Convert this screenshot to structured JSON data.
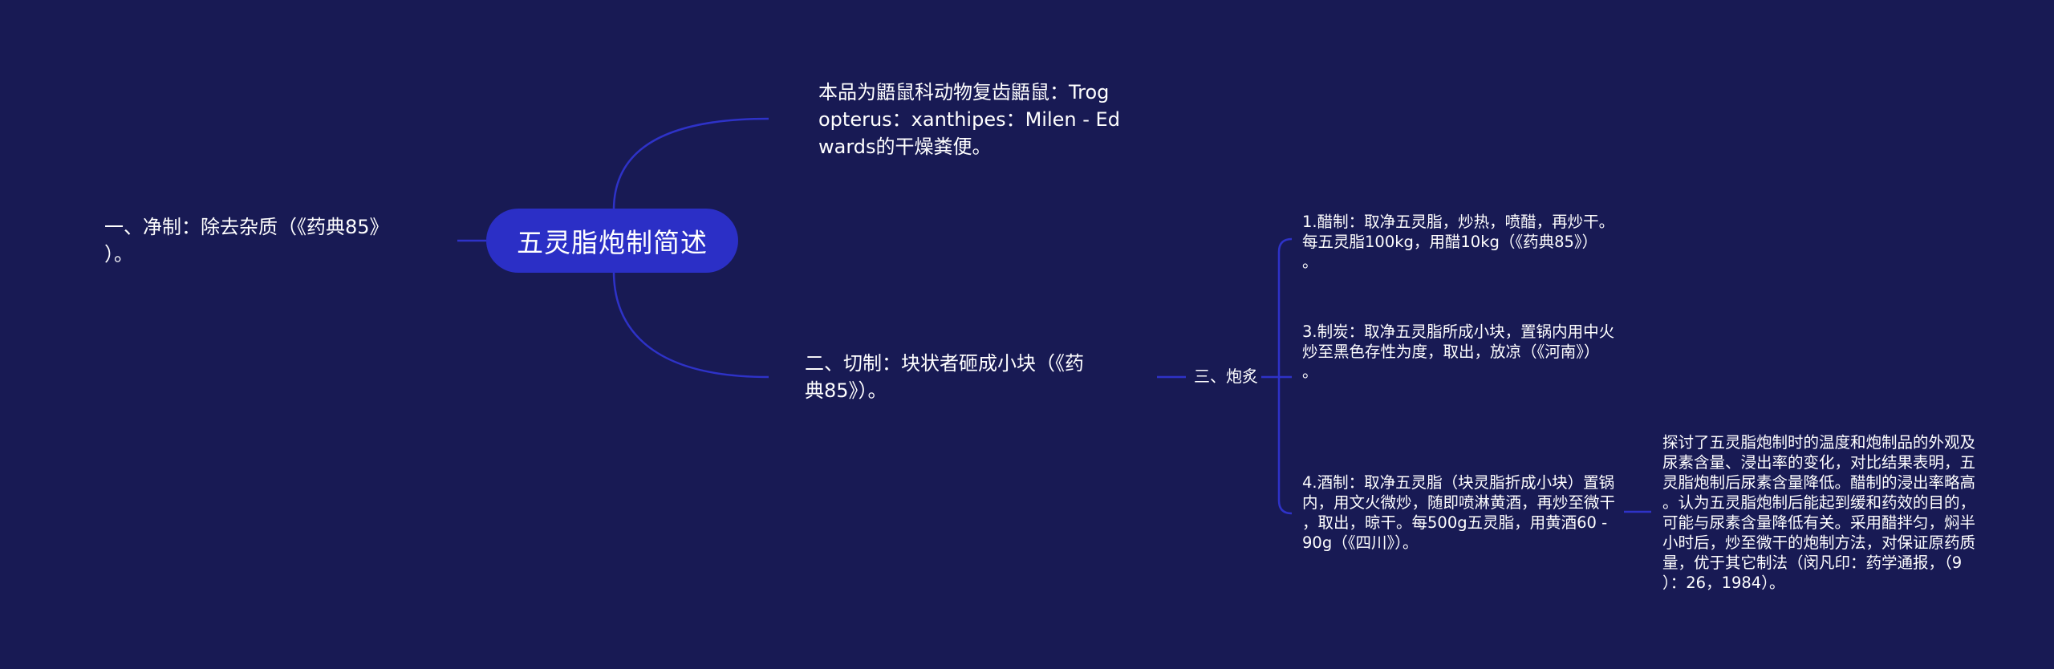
{
  "root": {
    "label": "五灵脂炮制简述"
  },
  "branch_jingzhi": {
    "lines": [
      "一、净制：除去杂质（《药典85》",
      "）。"
    ]
  },
  "branch_source": {
    "lines": [
      "本品为鼯鼠科动物复齿鼯鼠：Trog",
      "opterus：xanthipes：Milen - Ed",
      "wards的干燥粪便。"
    ]
  },
  "branch_qiezhi": {
    "lines": [
      "二、切制：块状者砸成小块（《药",
      "典85》）。"
    ]
  },
  "branch_paozhi": {
    "label": "三、炮炙"
  },
  "paozhi_cuzhi": {
    "lines": [
      "1.醋制：取净五灵脂，炒热，喷醋，再炒干。",
      "每五灵脂100kg，用醋10kg（《药典85》）",
      "。"
    ]
  },
  "paozhi_zhitan": {
    "lines": [
      "3.制炭：取净五灵脂所成小块，置锅内用中火",
      "炒至黑色存性为度，取出，放凉（《河南》）",
      "。"
    ]
  },
  "paozhi_jiuzhi": {
    "lines": [
      "4.酒制：取净五灵脂（块灵脂折成小块）置锅",
      "内，用文火微炒，随即喷淋黄酒，再炒至微干",
      "，取出，晾干。每500g五灵脂，用黄酒60 -",
      "90g（《四川》）。"
    ]
  },
  "research_note": {
    "lines": [
      "探讨了五灵脂炮制时的温度和炮制品的外观及",
      "尿素含量、浸出率的变化，对比结果表明，五",
      "灵脂炮制后尿素含量降低。醋制的浸出率略高",
      "。认为五灵脂炮制后能起到缓和药效的目的，",
      "可能与尿素含量降低有关。采用醋拌匀，焖半",
      "小时后，炒至微干的炮制方法，对保证原药质",
      "量，优于其它制法（闵凡印：药学通报，（9",
      "）：26，1984）。"
    ]
  },
  "colors": {
    "background": "#181A54",
    "root_fill": "#2B2FC6",
    "connector": "#2E32C8",
    "text": "#FFFFFF"
  }
}
